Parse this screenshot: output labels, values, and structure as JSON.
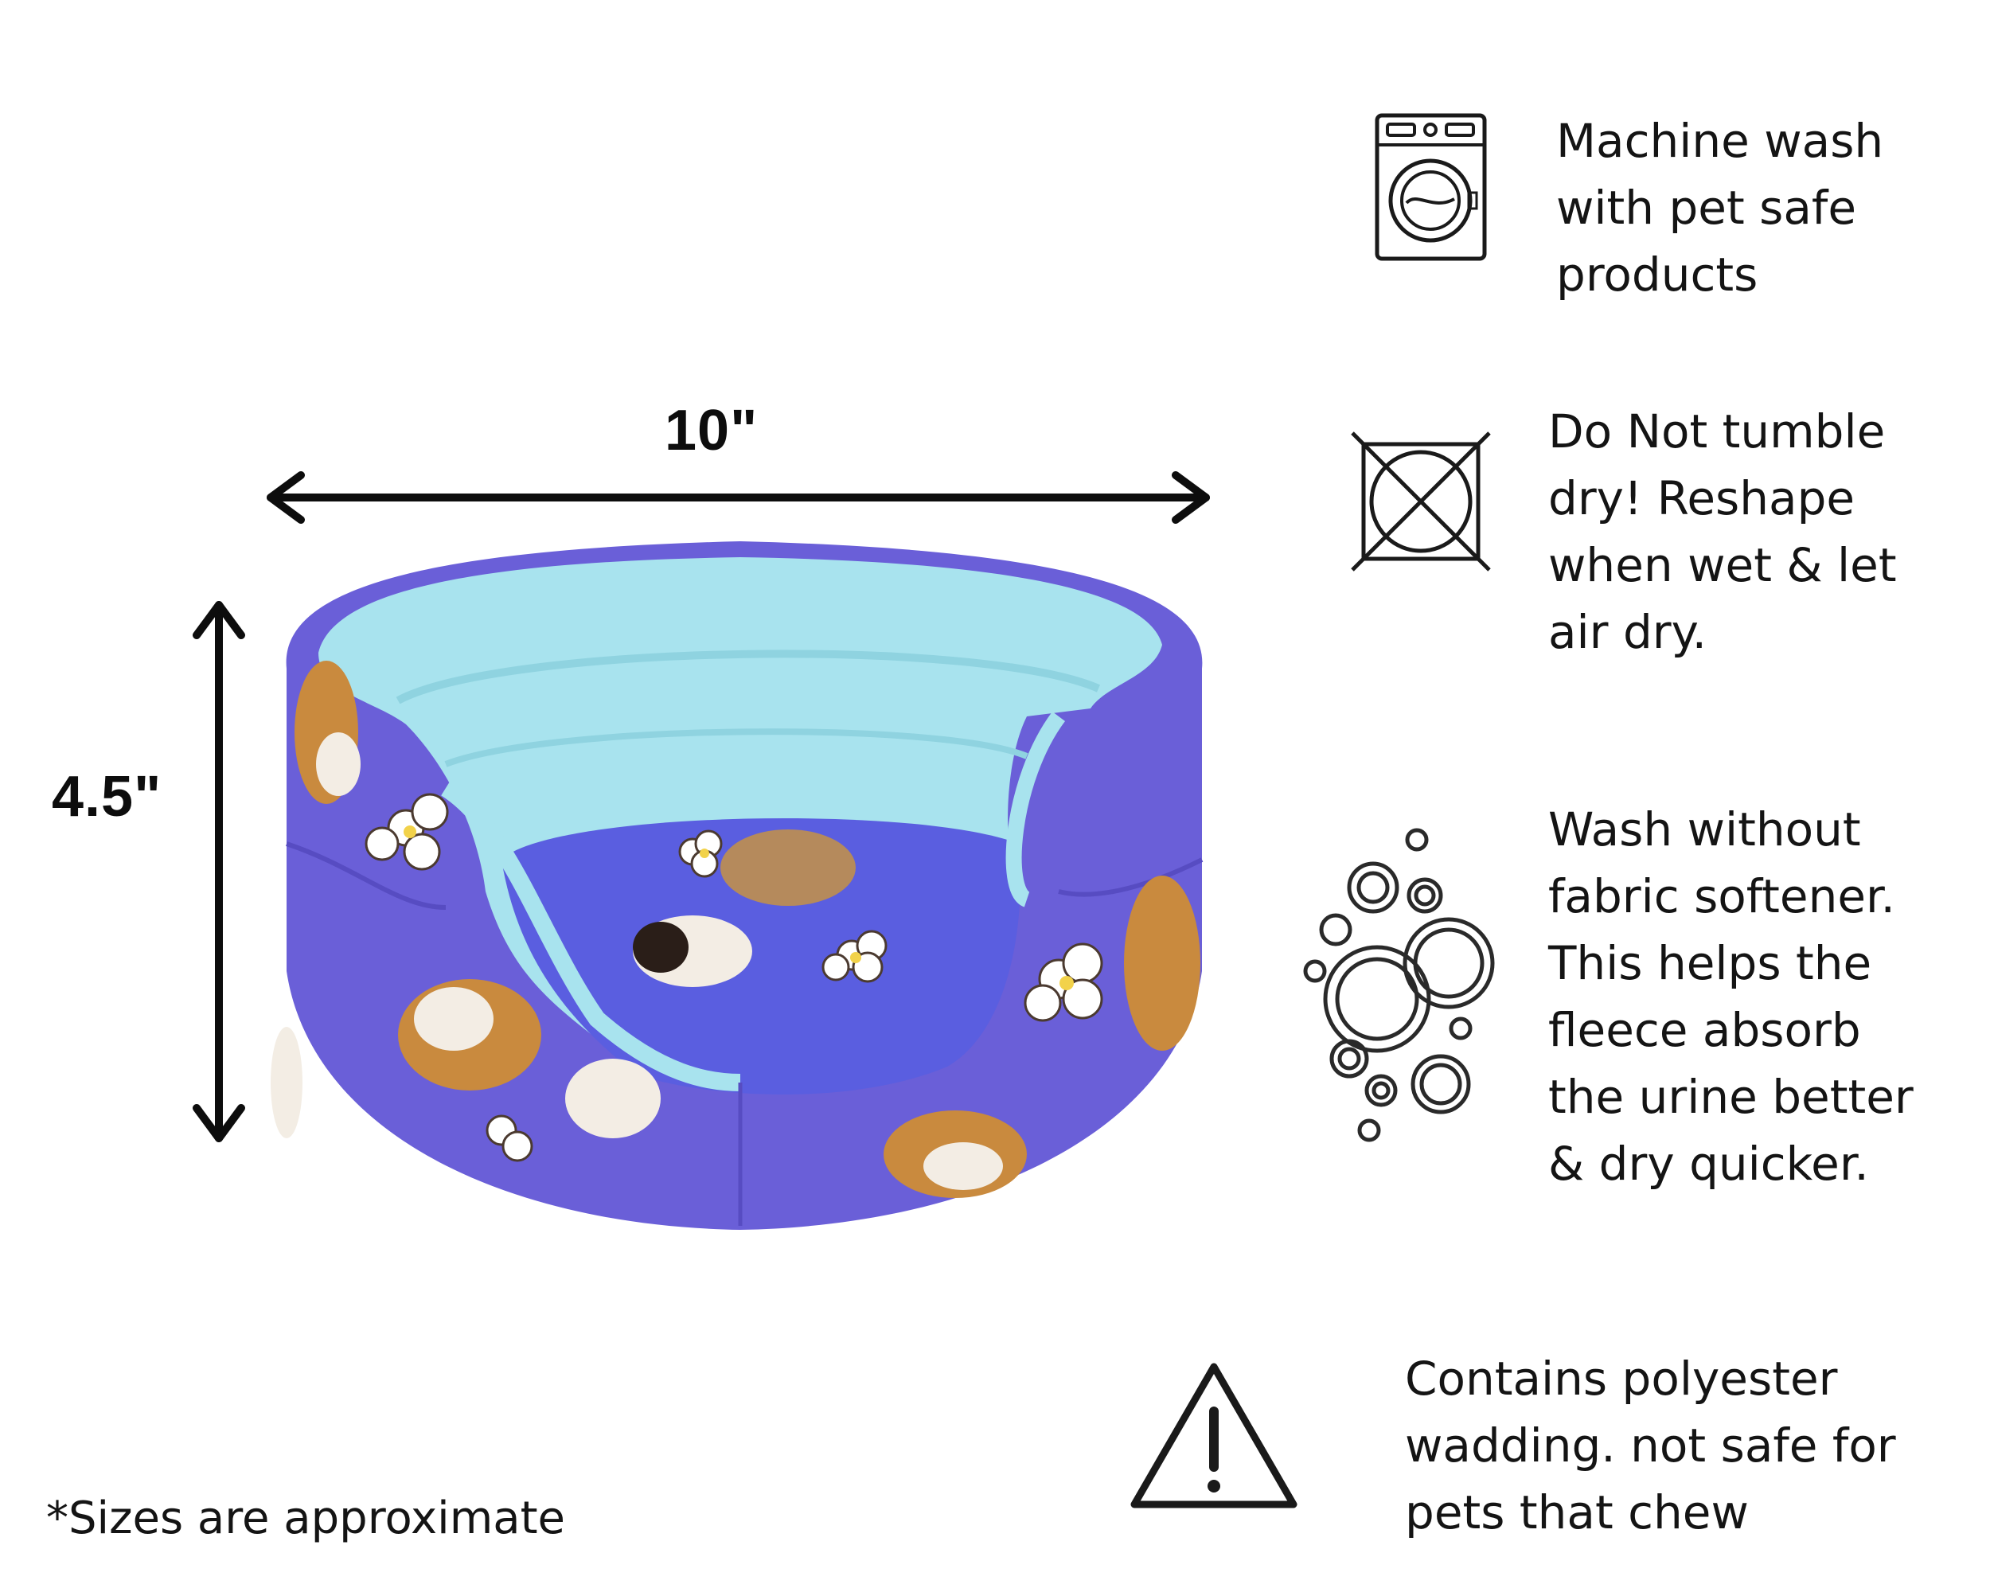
{
  "product": {
    "width_label": "10\"",
    "height_label": "4.5\""
  },
  "features": [
    {
      "icon": "washing-machine-icon",
      "text": "Machine wash\nwith pet safe\nproducts"
    },
    {
      "icon": "do-not-tumble-dry-icon",
      "text": "Do Not tumble\ndry! Reshape\nwhen wet & let\nair dry."
    },
    {
      "icon": "bubbles-icon",
      "text": "Wash without\nfabric softener.\nThis helps the\nfleece absorb\nthe urine better\n& dry quicker."
    },
    {
      "icon": "warning-icon",
      "text": "Contains polyester\nwadding. not safe for\npets that chew"
    }
  ],
  "footnote": "*Sizes are approximate",
  "colors": {
    "fleece_outer": "#6a5fd8",
    "fleece_inner": "#a8e3ee",
    "text": "#141414"
  }
}
